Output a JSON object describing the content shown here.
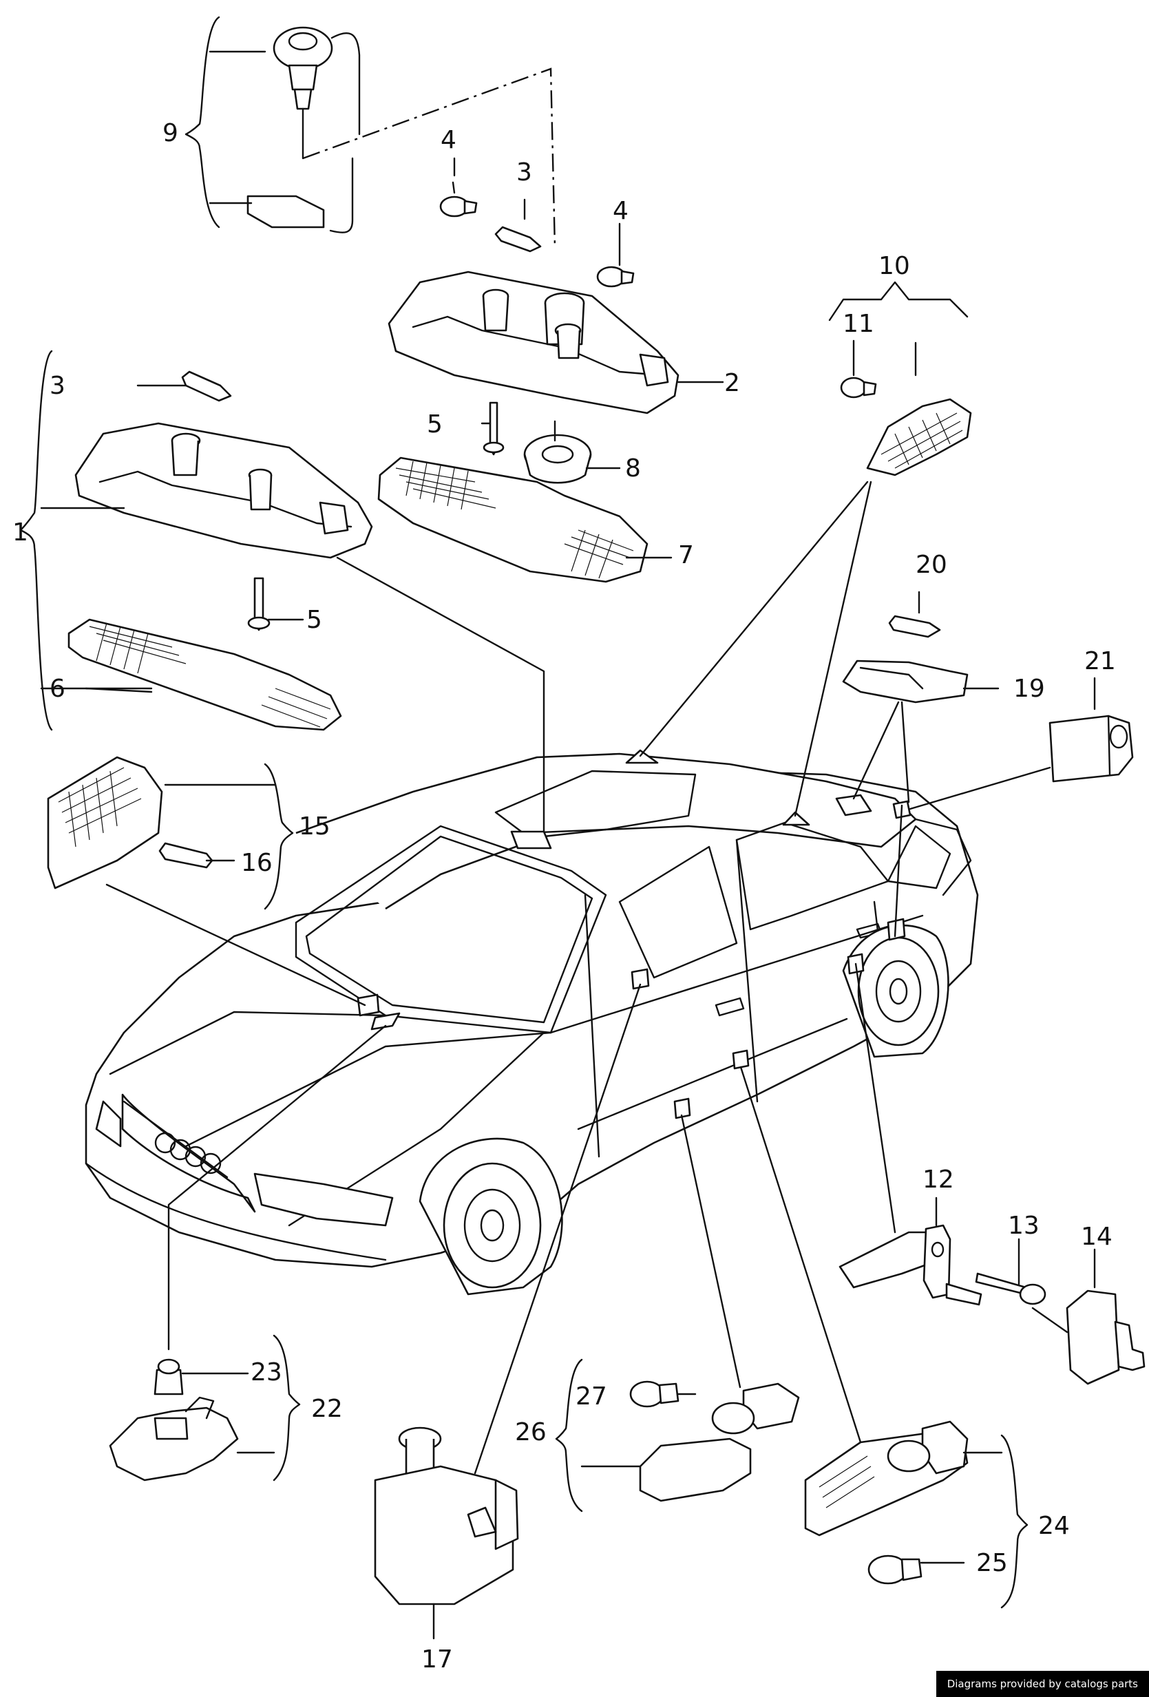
{
  "callouts": {
    "c1": "1",
    "c2": "2",
    "c3a": "3",
    "c3b": "3",
    "c4a": "4",
    "c4b": "4",
    "c5a": "5",
    "c5b": "5",
    "c6": "6",
    "c7": "7",
    "c8": "8",
    "c9": "9",
    "c10": "10",
    "c11": "11",
    "c12": "12",
    "c13": "13",
    "c14": "14",
    "c15": "15",
    "c16": "16",
    "c17": "17",
    "c19": "19",
    "c20": "20",
    "c21": "21",
    "c22": "22",
    "c23": "23",
    "c24": "24",
    "c25": "25",
    "c26": "26",
    "c27": "27"
  },
  "watermark": "Diagrams provided by catalogs parts"
}
